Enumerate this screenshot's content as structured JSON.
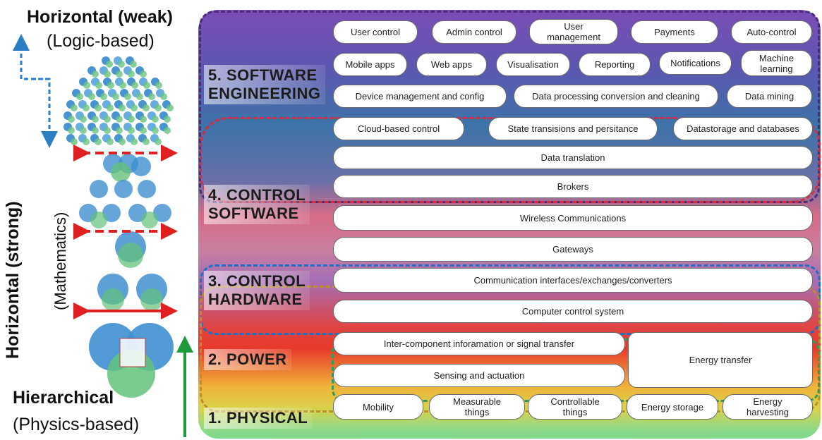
{
  "left": {
    "weak_title": "Horizontal (weak)",
    "weak_sub": "(Logic-based)",
    "strong_title": "Horizontal (strong)",
    "strong_sub": "(Mathematics)",
    "hier_title": "Hierarchical",
    "hier_sub": "(Physics-based)"
  },
  "layers": {
    "software_engineering": [
      "5. SOFTWARE",
      "ENGINEERING"
    ],
    "control_software": [
      "4. CONTROL",
      "SOFTWARE"
    ],
    "control_hardware": [
      "3. CONTROL",
      "HARDWARE"
    ],
    "power": "2. POWER",
    "physical": "1. PHYSICAL"
  },
  "pills": {
    "user_control": "User control",
    "admin_control": "Admin control",
    "user_management": "User management",
    "payments": "Payments",
    "auto_control": "Auto-control",
    "mobile_apps": "Mobile apps",
    "web_apps": "Web apps",
    "visualisation": "Visualisation",
    "reporting": "Reporting",
    "notifications": "Notifications",
    "machine_learning": "Machine learning",
    "device_management": "Device management and config",
    "data_processing": "Data processing conversion and cleaning",
    "data_mining": "Data mining",
    "cloud_control": "Cloud-based control",
    "state_transitions": "State transisions and persitance",
    "datastorage": "Datastorage and databases",
    "data_translation": "Data translation",
    "brokers": "Brokers",
    "wireless": "Wireless Communications",
    "gateways": "Gateways",
    "comm_interfaces": "Communication interfaces/exchanges/converters",
    "computer_control": "Computer control system",
    "inter_component": "Inter-component inforamation or signal transfer",
    "energy_transfer": "Energy transfer",
    "sensing": "Sensing and actuation",
    "mobility": "Mobility",
    "measurable": "Measurable things",
    "controllable": "Controllable things",
    "energy_storage": "Energy storage",
    "energy_harvesting": "Energy harvesting"
  },
  "colors": {
    "arrow_blue": "#2a7fc4",
    "arrow_red": "#e02020",
    "arrow_green": "#1f9a3a",
    "circle_blue": "#3f8fd0",
    "circle_green": "#63c27a"
  }
}
